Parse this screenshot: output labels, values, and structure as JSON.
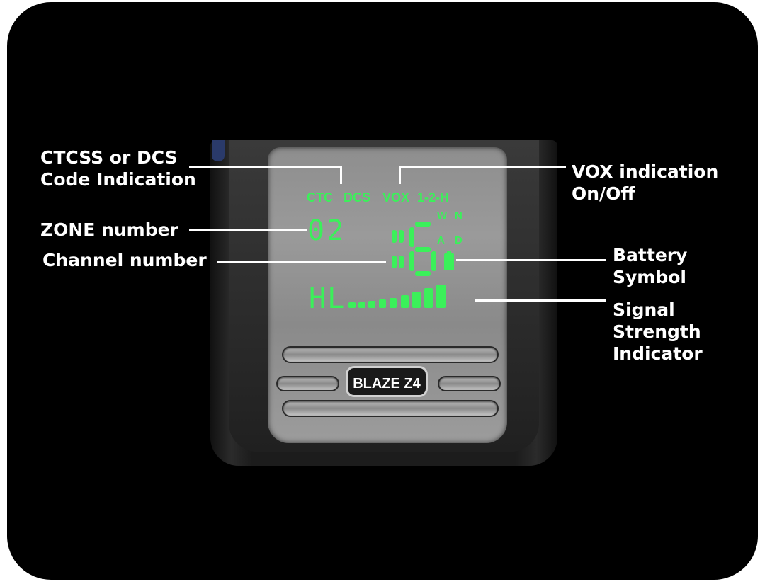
{
  "diagram": {
    "labels": {
      "ctcss": [
        "CTCSS or DCS",
        "Code Indication"
      ],
      "vox": [
        "VOX indication",
        "On/Off"
      ],
      "zone": "ZONE number",
      "channel": "Channel number",
      "battery": [
        "Battery",
        "Symbol"
      ],
      "signal": [
        "Signal",
        "Strength",
        "Indicator"
      ]
    },
    "lcd": {
      "ctc": "CTC",
      "dcs": "DCS",
      "vox": "VOX",
      "power": "1-2-H",
      "w": "W",
      "n": "N",
      "a": "A",
      "d": "D",
      "zone_value": "02",
      "channel_value": "6",
      "signal_prefix": "HL"
    },
    "brand": "BLAZE Z4",
    "signal_strength_bars": 9,
    "colors": {
      "lcd_green": "#3bf05a",
      "background": "#000000",
      "label": "#ffffff"
    }
  }
}
